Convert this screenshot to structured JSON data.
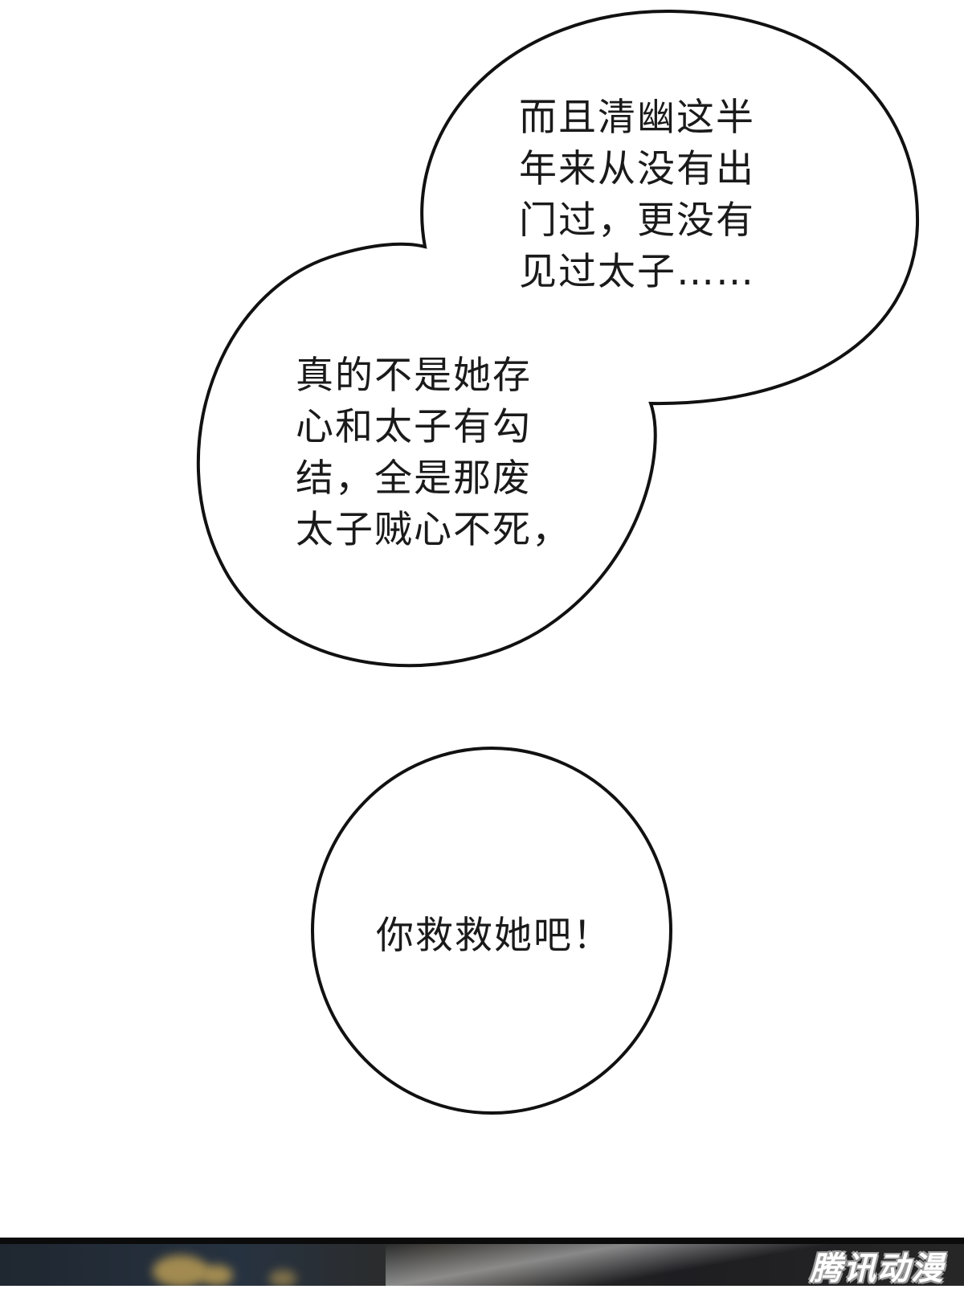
{
  "bubble_top": {
    "lines": [
      "而且清幽这半",
      "年来从没有出",
      "门过，更没有",
      "见过太子……"
    ]
  },
  "bubble_mid": {
    "lines": [
      "真的不是她存",
      "心和太子有勾",
      "结，全是那废",
      "太子贼心不死，"
    ]
  },
  "bubble_bottom": {
    "lines": [
      "你救救她吧！"
    ]
  },
  "watermark": {
    "text": "腾讯动漫"
  },
  "colors": {
    "background": "#ffffff",
    "bubble_outline": "#111111",
    "text": "#1a1a1a"
  }
}
